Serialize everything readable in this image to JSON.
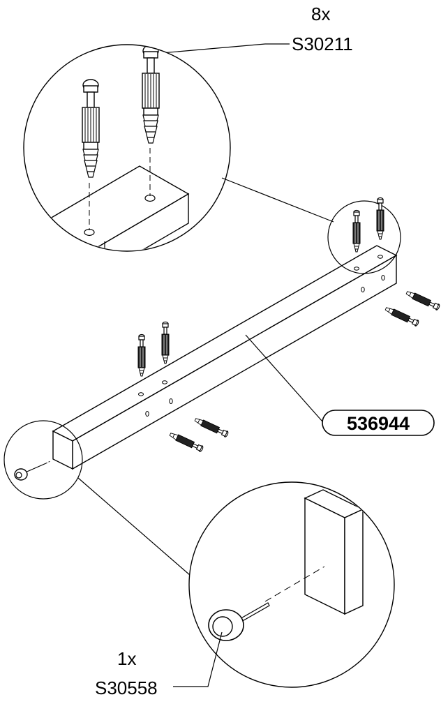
{
  "callouts": {
    "top": {
      "quantity": "8x",
      "code": "S30211"
    },
    "bottom": {
      "quantity": "1x",
      "code": "S30558"
    }
  },
  "part_label": "536944",
  "colors": {
    "line": "#000000",
    "background": "#ffffff",
    "dark_fill": "#222222"
  }
}
